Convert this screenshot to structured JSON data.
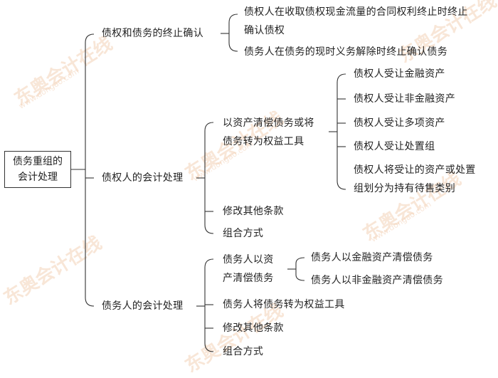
{
  "root": {
    "line1": "债务重组的",
    "line2": "会计处理"
  },
  "branch1": {
    "label": "债权和债务的终止确认",
    "items": [
      {
        "line1": "债权人在收取债权现金流量的合同权利终止时终止",
        "line2": "确认债权"
      },
      {
        "line1": "债务人在债务的现时义务解除时终止确认债务"
      }
    ]
  },
  "branch2": {
    "label": "债权人的会计处理",
    "sub1": {
      "line1": "以资产清偿债务或将",
      "line2": "债务转为权益工具",
      "items": [
        "债权人受让金融资产",
        "债权人受让非金融资产",
        "债权人受让多项资产",
        "债权人受让处置组",
        {
          "line1": "债权人将受让的资产或处置",
          "line2": "组划分为持有待售类别"
        }
      ]
    },
    "sub2": "修改其他条款",
    "sub3": "组合方式"
  },
  "branch3": {
    "label": "债务人的会计处理",
    "sub1": {
      "line1": "债务人以资",
      "line2": "产清偿债务",
      "items": [
        "债务人以金融资产清偿债务",
        "债务人以非金融资产清偿债务"
      ]
    },
    "sub2": "债务人将债务转为权益工具",
    "sub3": "修改其他条款",
    "sub4": "组合方式"
  },
  "watermark": {
    "brand": "东奥会计在线",
    "url": "www.dongao.com",
    "color": "#f3d2b8"
  }
}
